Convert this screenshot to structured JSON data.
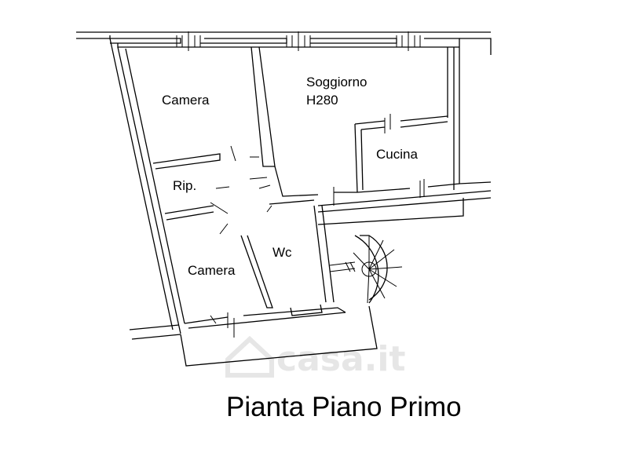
{
  "rooms": {
    "camera_top": "Camera",
    "soggiorno": "Soggiorno",
    "soggiorno_height": "H280",
    "cucina": "Cucina",
    "ripostiglio": "Rip.",
    "wc": "Wc",
    "camera_bottom": "Camera"
  },
  "caption": "Pianta Piano Primo",
  "watermark": "casa.it"
}
